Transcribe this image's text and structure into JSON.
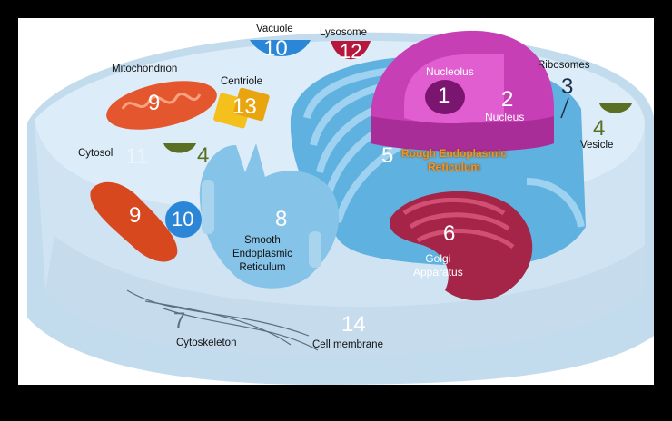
{
  "labels": {
    "vacuole": "Vacuole",
    "lysosome": "Lysosome",
    "mitochondrion": "Mitochondrion",
    "centriole": "Centriole",
    "nucleolus": "Nucleolus",
    "nucleus": "Nucleus",
    "ribosomes": "Ribosomes",
    "vesicle": "Vesicle",
    "cytosol": "Cytosol",
    "rough_er": "Rough Endoplasmic\nReticulum",
    "smooth_er": "Smooth\nEndoplasmic\nReticulum",
    "golgi": "Golgi\nApparatus",
    "cytoskeleton": "Cytoskeleton",
    "cell_membrane": "Cell membrane"
  },
  "numbers": {
    "nucleolus": "1",
    "nucleus": "2",
    "ribosomes": "3",
    "vesicle_right": "4",
    "vesicle_left": "4",
    "rough_er": "5",
    "golgi": "6",
    "cytoskeleton": "7",
    "smooth_er": "8",
    "mitochondrion_top": "9",
    "mitochondrion_bottom": "9",
    "vacuole_top": "10",
    "vacuole_bottom": "10",
    "cytosol": "11",
    "lysosome": "12",
    "centriole": "13",
    "cell_membrane": "14"
  },
  "colors": {
    "cytoplasm": "#d9ecf8",
    "membrane": "#bcd6e8",
    "nucleus": "#c33fb1",
    "nucleolus": "#7a1570",
    "rough_er": "#6db8e0",
    "smooth_er": "#a9d4ee",
    "golgi": "#a32649",
    "mitochondrion": "#e4572e",
    "vacuole": "#2c86d8",
    "lysosome": "#b5173d",
    "centriole": "#f4c01c",
    "vesicle": "#5a6f24",
    "rer_label": "#f7931e"
  }
}
